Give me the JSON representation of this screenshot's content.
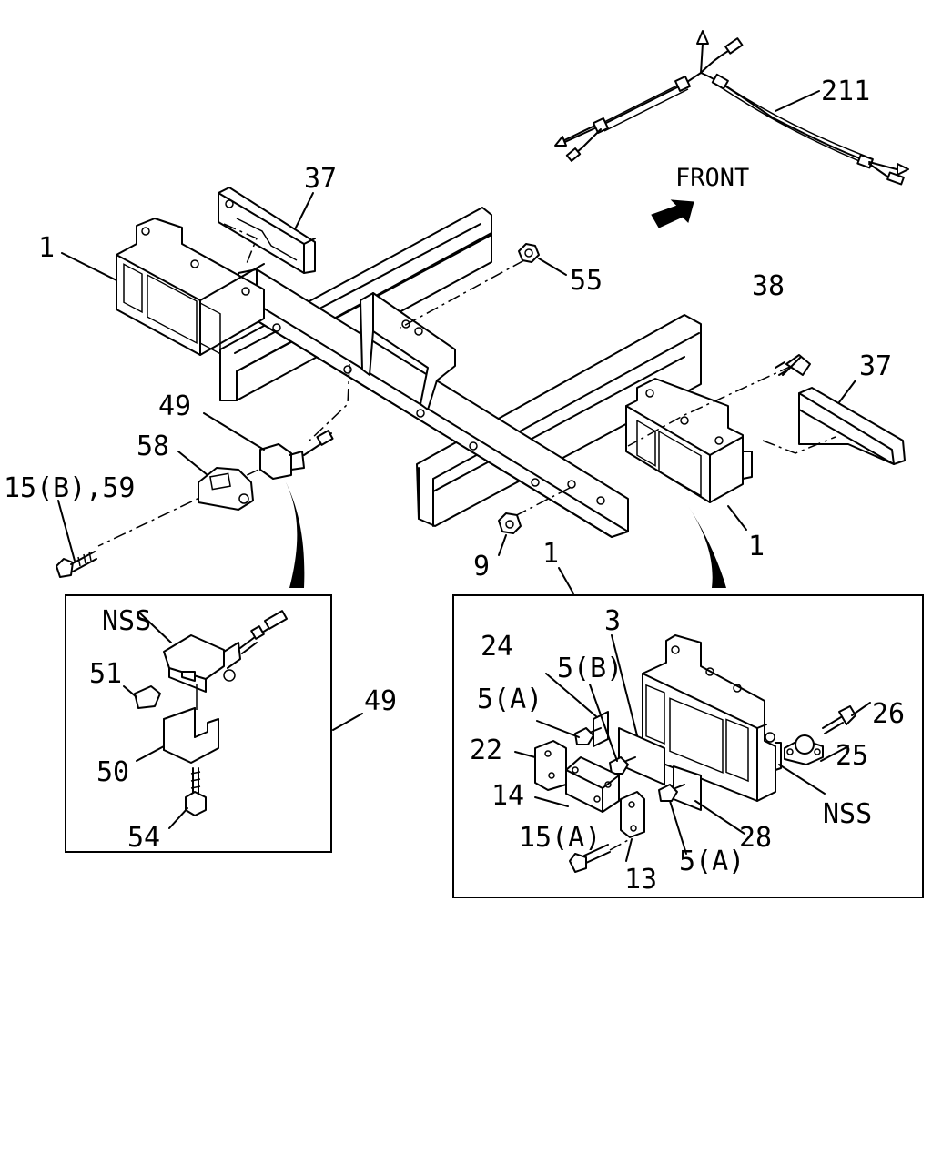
{
  "labels": {
    "p211": "211",
    "front": "FRONT",
    "p37_left": "37",
    "p1_left": "1",
    "p55": "55",
    "p38": "38",
    "p37_right": "37",
    "p49_top": "49",
    "p58": "58",
    "p15b59": "15(B),59",
    "p9": "9",
    "p1_right": "1",
    "p1_detail": "1",
    "d49": {
      "nss": "NSS",
      "p51": "51",
      "p49": "49",
      "p50": "50",
      "p54": "54"
    },
    "d1": {
      "p3": "3",
      "p24": "24",
      "p5b": "5(B)",
      "p5a_top": "5(A)",
      "p22": "22",
      "p14": "14",
      "p15a": "15(A)",
      "p13": "13",
      "p5a_bottom": "5(A)",
      "p28": "28",
      "nss": "NSS",
      "p25": "25",
      "p26": "26"
    }
  }
}
